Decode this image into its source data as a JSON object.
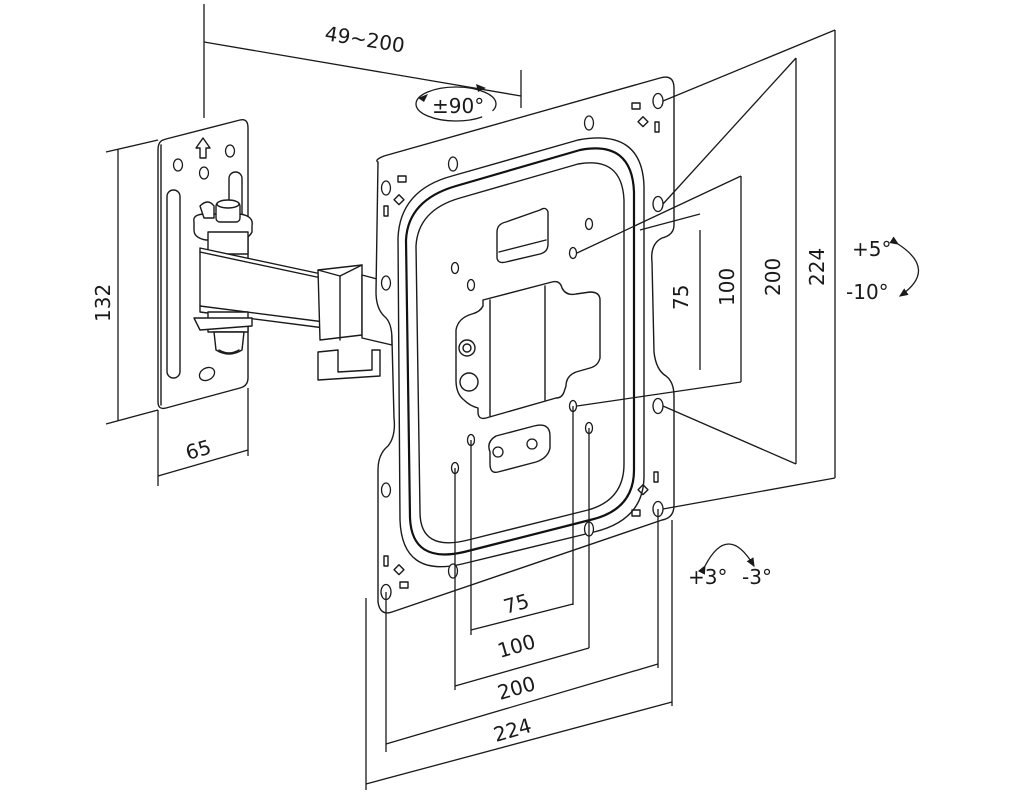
{
  "title": "Swivel TV wall mount dimension drawing",
  "dimensions": {
    "arm_extension": "49~200",
    "swivel": "±90°",
    "wall_plate_height": "132",
    "wall_plate_width": "65",
    "vesa_vertical": [
      "75",
      "100",
      "200",
      "224"
    ],
    "vesa_horizontal": [
      "75",
      "100",
      "200",
      "224"
    ]
  },
  "tilt": {
    "up": "+5°",
    "down": "-10°"
  },
  "rotation": {
    "plus": "+3°",
    "minus": "-3°"
  },
  "colors": {
    "line": "#1a1a1a",
    "background": "#ffffff"
  }
}
